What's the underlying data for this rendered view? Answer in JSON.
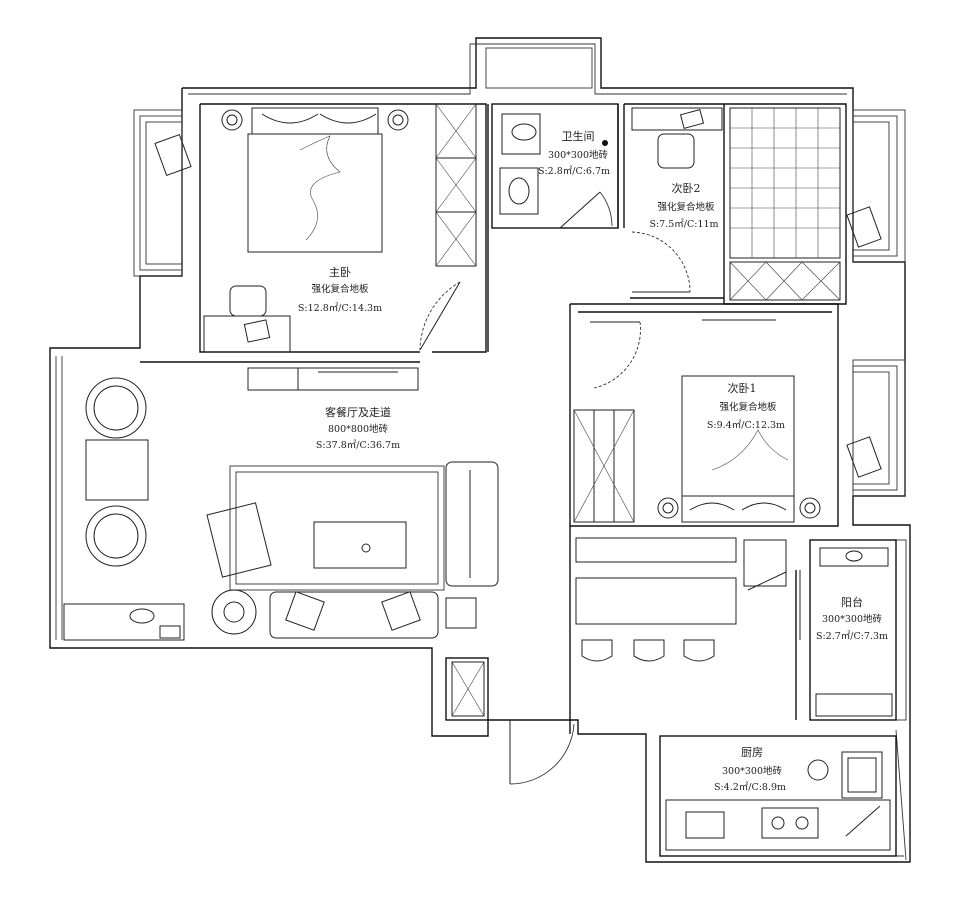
{
  "rooms": {
    "master_bedroom": {
      "name": "主卧",
      "floor": "强化复合地板",
      "area": "S:12.8㎡/C:14.3m"
    },
    "bathroom": {
      "name": "卫生间",
      "floor": "300*300地砖",
      "area": "S:2.8㎡/C:6.7m"
    },
    "bedroom_2": {
      "name": "次卧2",
      "floor": "强化复合地板",
      "area": "S:7.5㎡/C:11m"
    },
    "living": {
      "name": "客餐厅及走道",
      "floor": "800*800地砖",
      "area": "S:37.8㎡/C:36.7m"
    },
    "bedroom_1": {
      "name": "次卧1",
      "floor": "强化复合地板",
      "area": "S:9.4㎡/C:12.3m"
    },
    "balcony": {
      "name": "阳台",
      "floor": "300*300地砖",
      "area": "S:2.7㎡/C:7.3m"
    },
    "kitchen": {
      "name": "厨房",
      "floor": "300*300地砖",
      "area": "S:4.2㎡/C:8.9m"
    }
  }
}
